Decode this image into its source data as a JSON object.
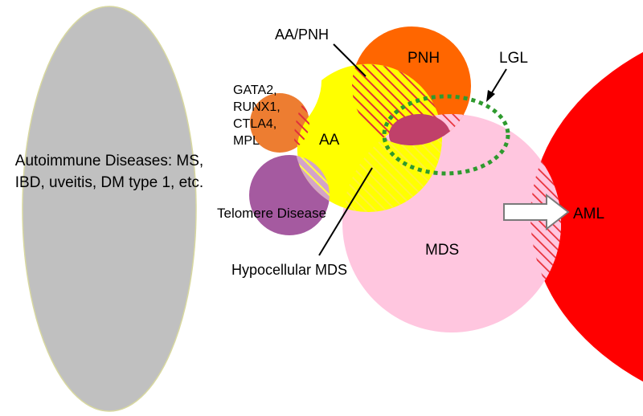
{
  "labels": {
    "autoimmune_line1": "Autoimmune Diseases: MS,",
    "autoimmune_line2": "IBD, uveitis, DM type 1, etc.",
    "aa_pnh": "AA/PNH",
    "pnh": "PNH",
    "lgl": "LGL",
    "gata2_line1": "GATA2,",
    "gata2_line2": "RUNX1,",
    "gata2_line3": "CTLA4,",
    "gata2_line4": "MPL",
    "aa": "AA",
    "telomere": "Telomere Disease",
    "aml": "AML",
    "mds": "MDS",
    "hypocellular_mds": "Hypocellular MDS"
  },
  "colors": {
    "autoimmune": "#c0c0c0",
    "autoimmune_stroke": "#d8d8a0",
    "aa": "#ffff00",
    "pnh": "#ff6600",
    "mds": "#ffc6df",
    "aml": "#ff0000",
    "gata2": "#ed7d31",
    "telomere": "#a55aa0",
    "lgl_dash": "#2e9a2e",
    "pnh_lgl_overlap": "#c0406a",
    "hatch_red": "#e0303a",
    "hatch_yellow": "#ffe640",
    "hatch_purple": "#ffff60",
    "arrow_fill": "#ffffff",
    "arrow_stroke": "#7a7a7a"
  }
}
